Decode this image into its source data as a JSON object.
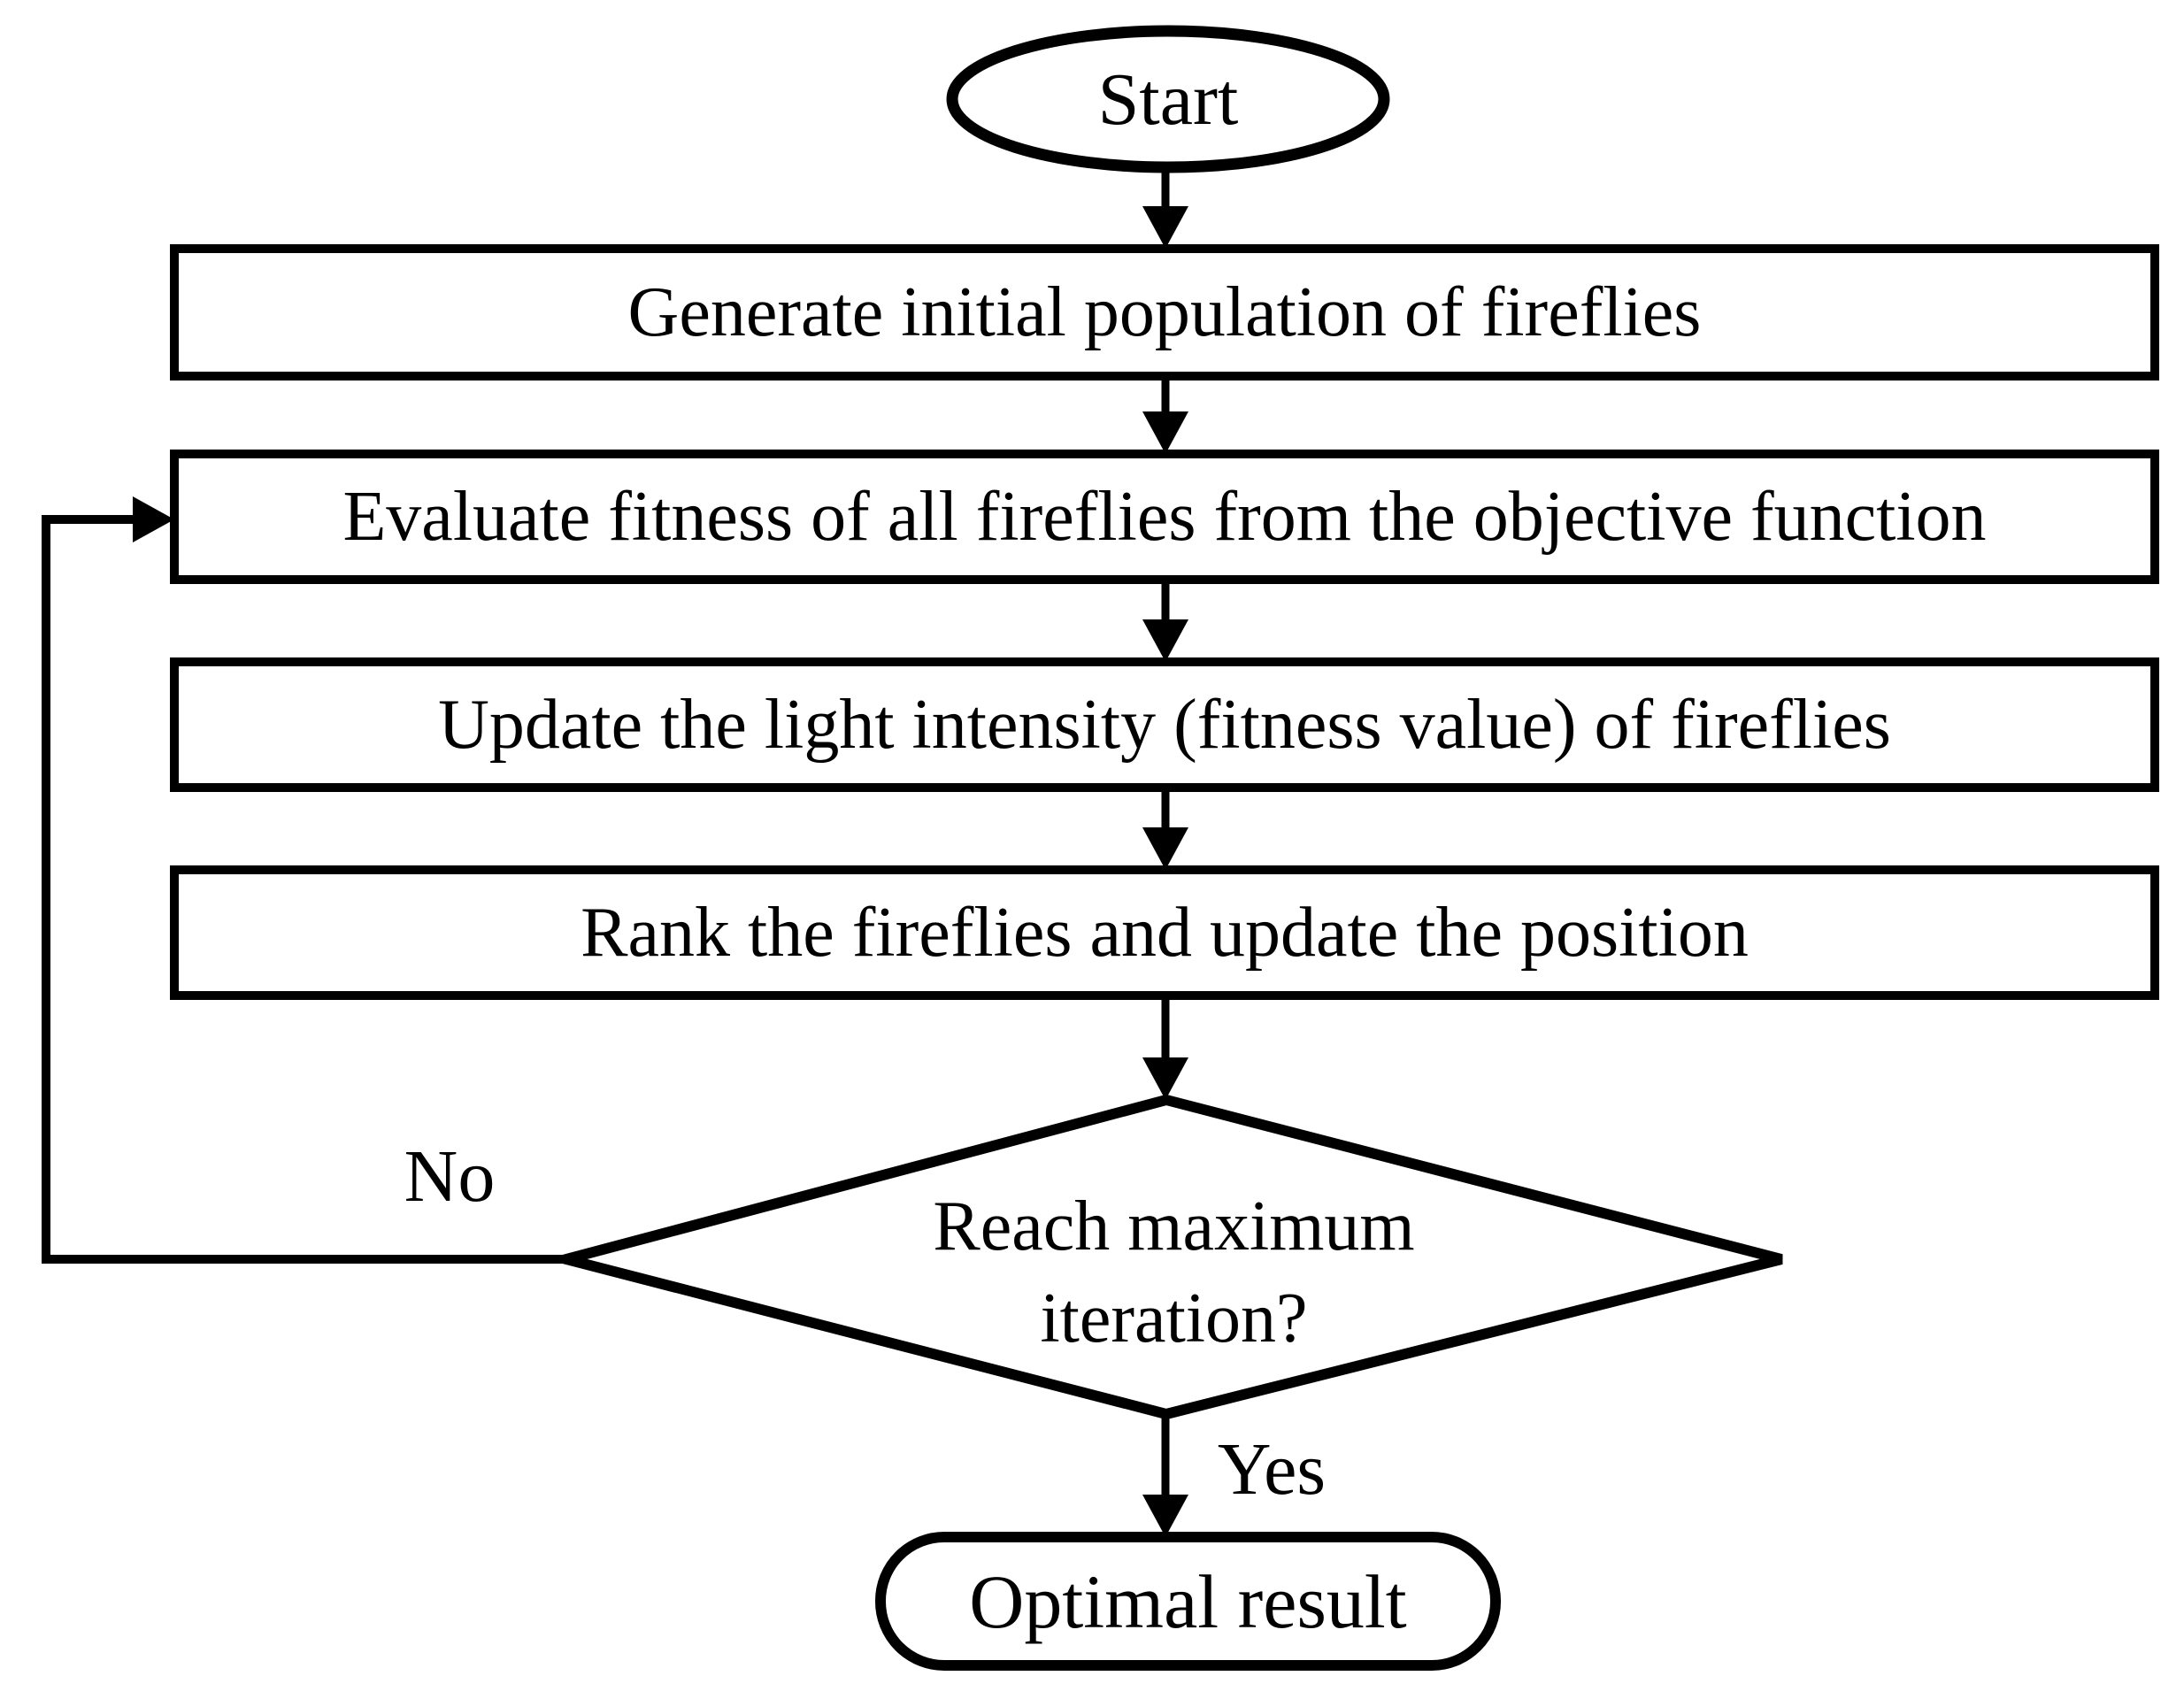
{
  "colors": {
    "ink": "#000000",
    "background": "#ffffff"
  },
  "flowchart": {
    "start": "Start",
    "steps": [
      "Generate initial population of fireflies",
      "Evaluate fitness of all fireflies from the objective function",
      "Update the light intensity (fitness value) of fireflies",
      "Rank the fireflies and update the position"
    ],
    "decision": {
      "line1": "Reach maximum",
      "line2": "iteration?"
    },
    "edge_labels": {
      "no": "No",
      "yes": "Yes"
    },
    "end": "Optimal result"
  }
}
